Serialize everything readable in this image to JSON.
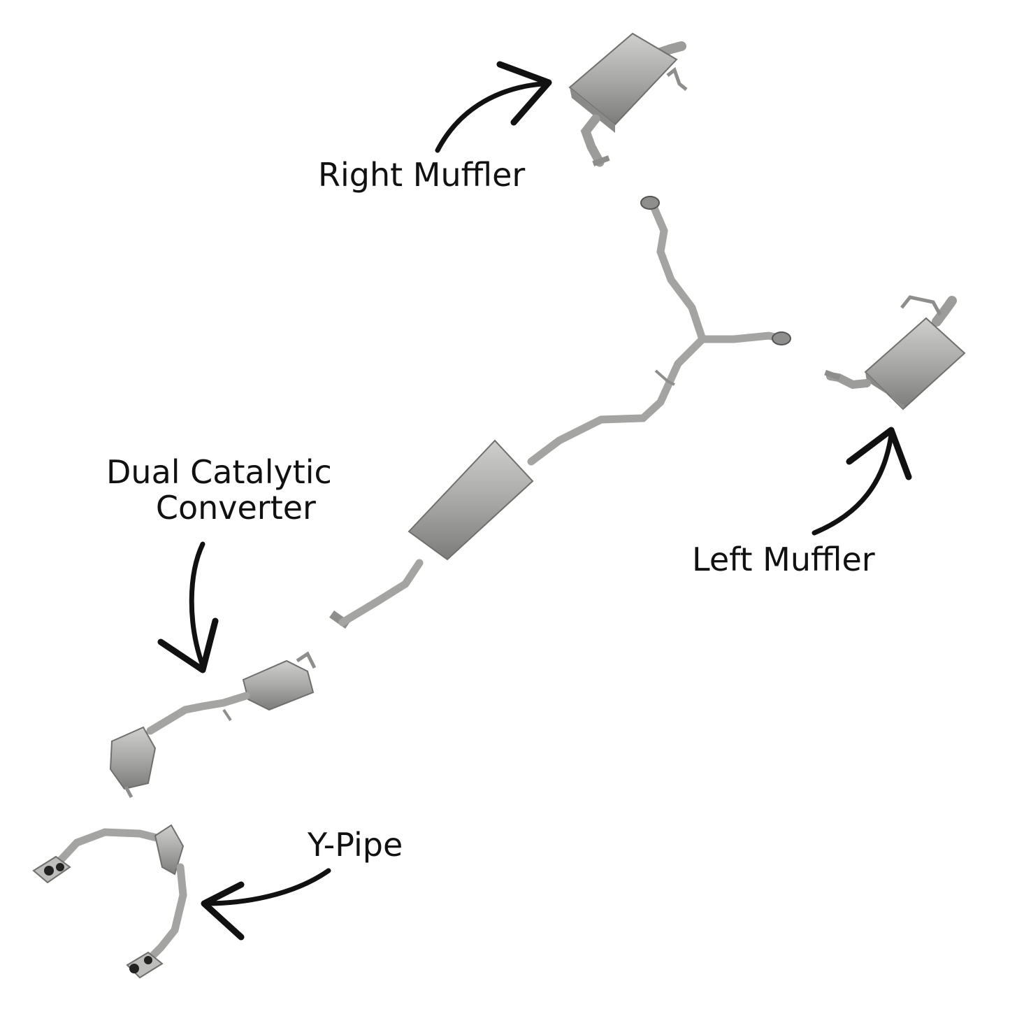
{
  "labels": {
    "right_muffler": "Right Muffler",
    "left_muffler": "Left Muffler",
    "dual_cat_line1": "Dual Catalytic",
    "dual_cat_line2": "Converter",
    "y_pipe": "Y-Pipe"
  },
  "colors": {
    "background": "#ffffff",
    "metal": "#a9a9a7",
    "metal_dark": "#7c7c7a",
    "metal_light": "#cfcfcd",
    "arrow": "#111111"
  },
  "icons": [
    "right-muffler-part",
    "left-muffler-part",
    "mid-pipe-part",
    "dual-catalytic-converter-part",
    "y-pipe-part"
  ]
}
